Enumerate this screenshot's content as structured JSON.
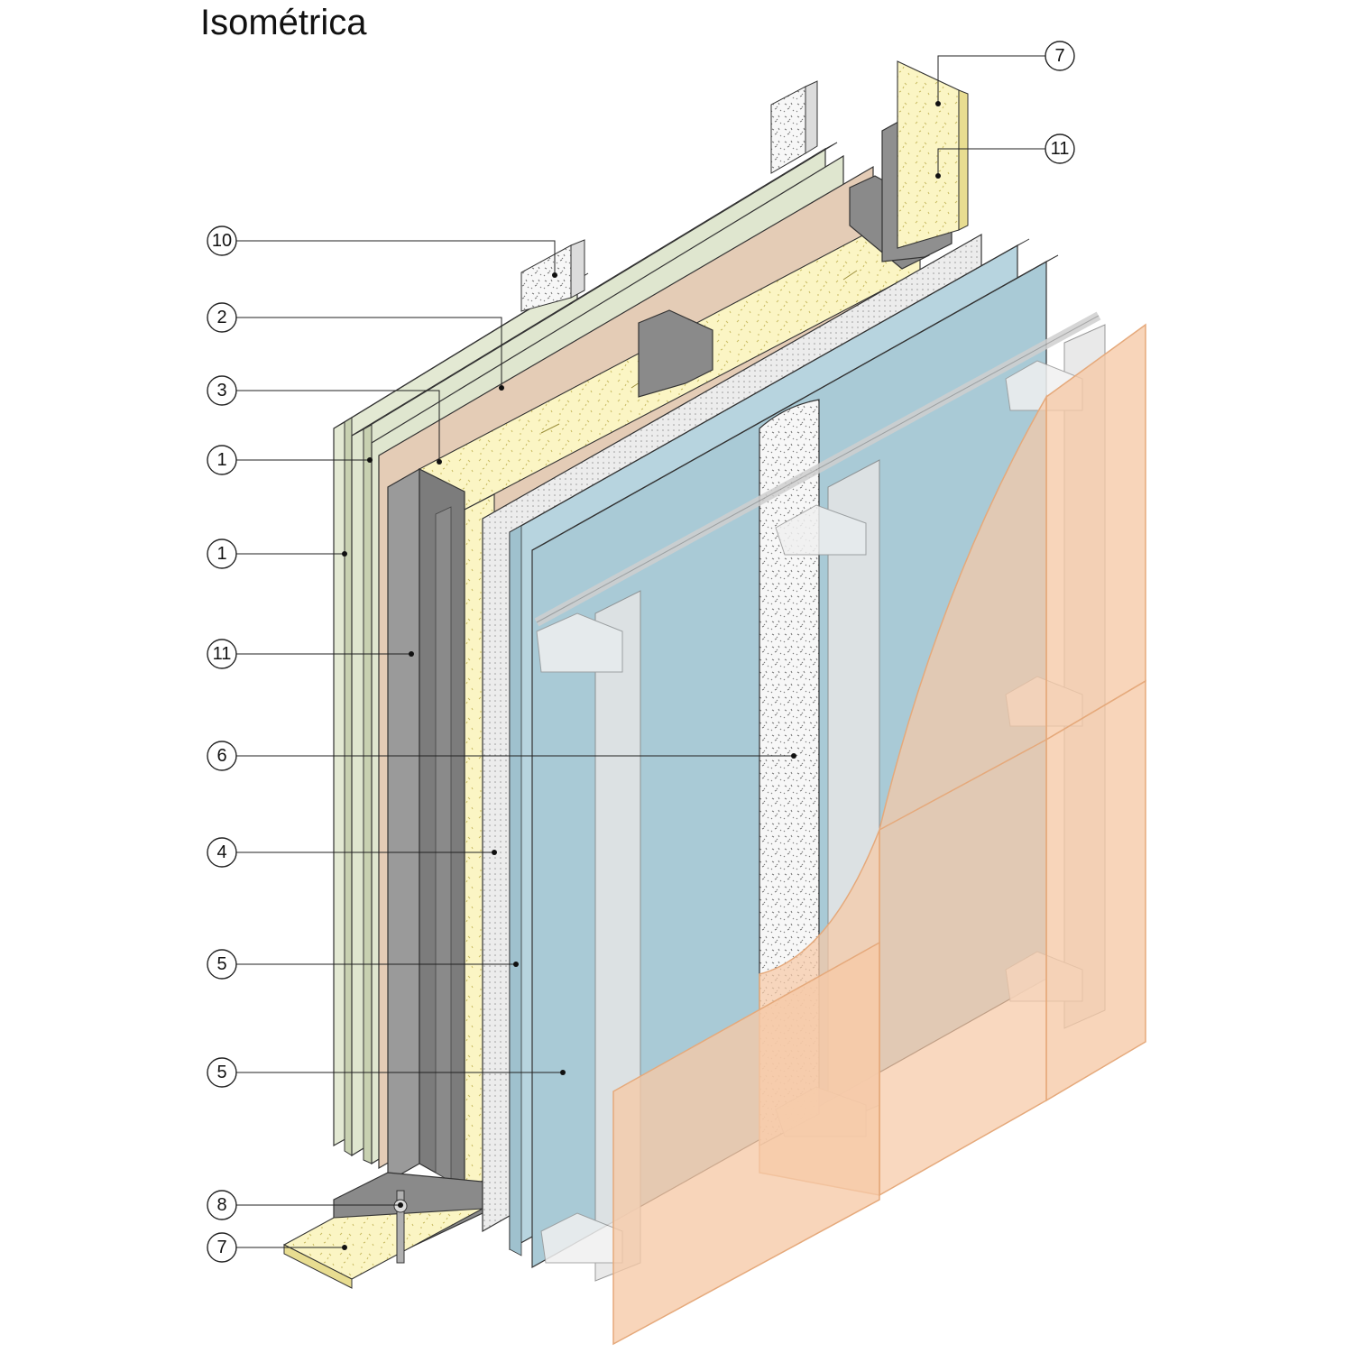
{
  "title": "Isométrica",
  "colors": {
    "gypsum_board_green": "#dfe6cf",
    "vapor_barrier_tan": "#e4ccb6",
    "mineral_wool_yellow": "#fbf5c4",
    "steel_stud_gray": "#8e8e8e",
    "membrane_white": "#ededed",
    "cement_board_blue": "#a9cad6",
    "facade_panel_orange": "#f6c9a6",
    "outline": "#333333"
  },
  "callouts": [
    {
      "id": "c1",
      "label": "7"
    },
    {
      "id": "c2",
      "label": "11"
    },
    {
      "id": "c3",
      "label": "10"
    },
    {
      "id": "c4",
      "label": "2"
    },
    {
      "id": "c5",
      "label": "3"
    },
    {
      "id": "c6",
      "label": "1"
    },
    {
      "id": "c7",
      "label": "1"
    },
    {
      "id": "c8",
      "label": "11"
    },
    {
      "id": "c9",
      "label": "6"
    },
    {
      "id": "c10",
      "label": "4"
    },
    {
      "id": "c11",
      "label": "5"
    },
    {
      "id": "c12",
      "label": "5"
    },
    {
      "id": "c13",
      "label": "8"
    },
    {
      "id": "c14",
      "label": "7"
    }
  ]
}
